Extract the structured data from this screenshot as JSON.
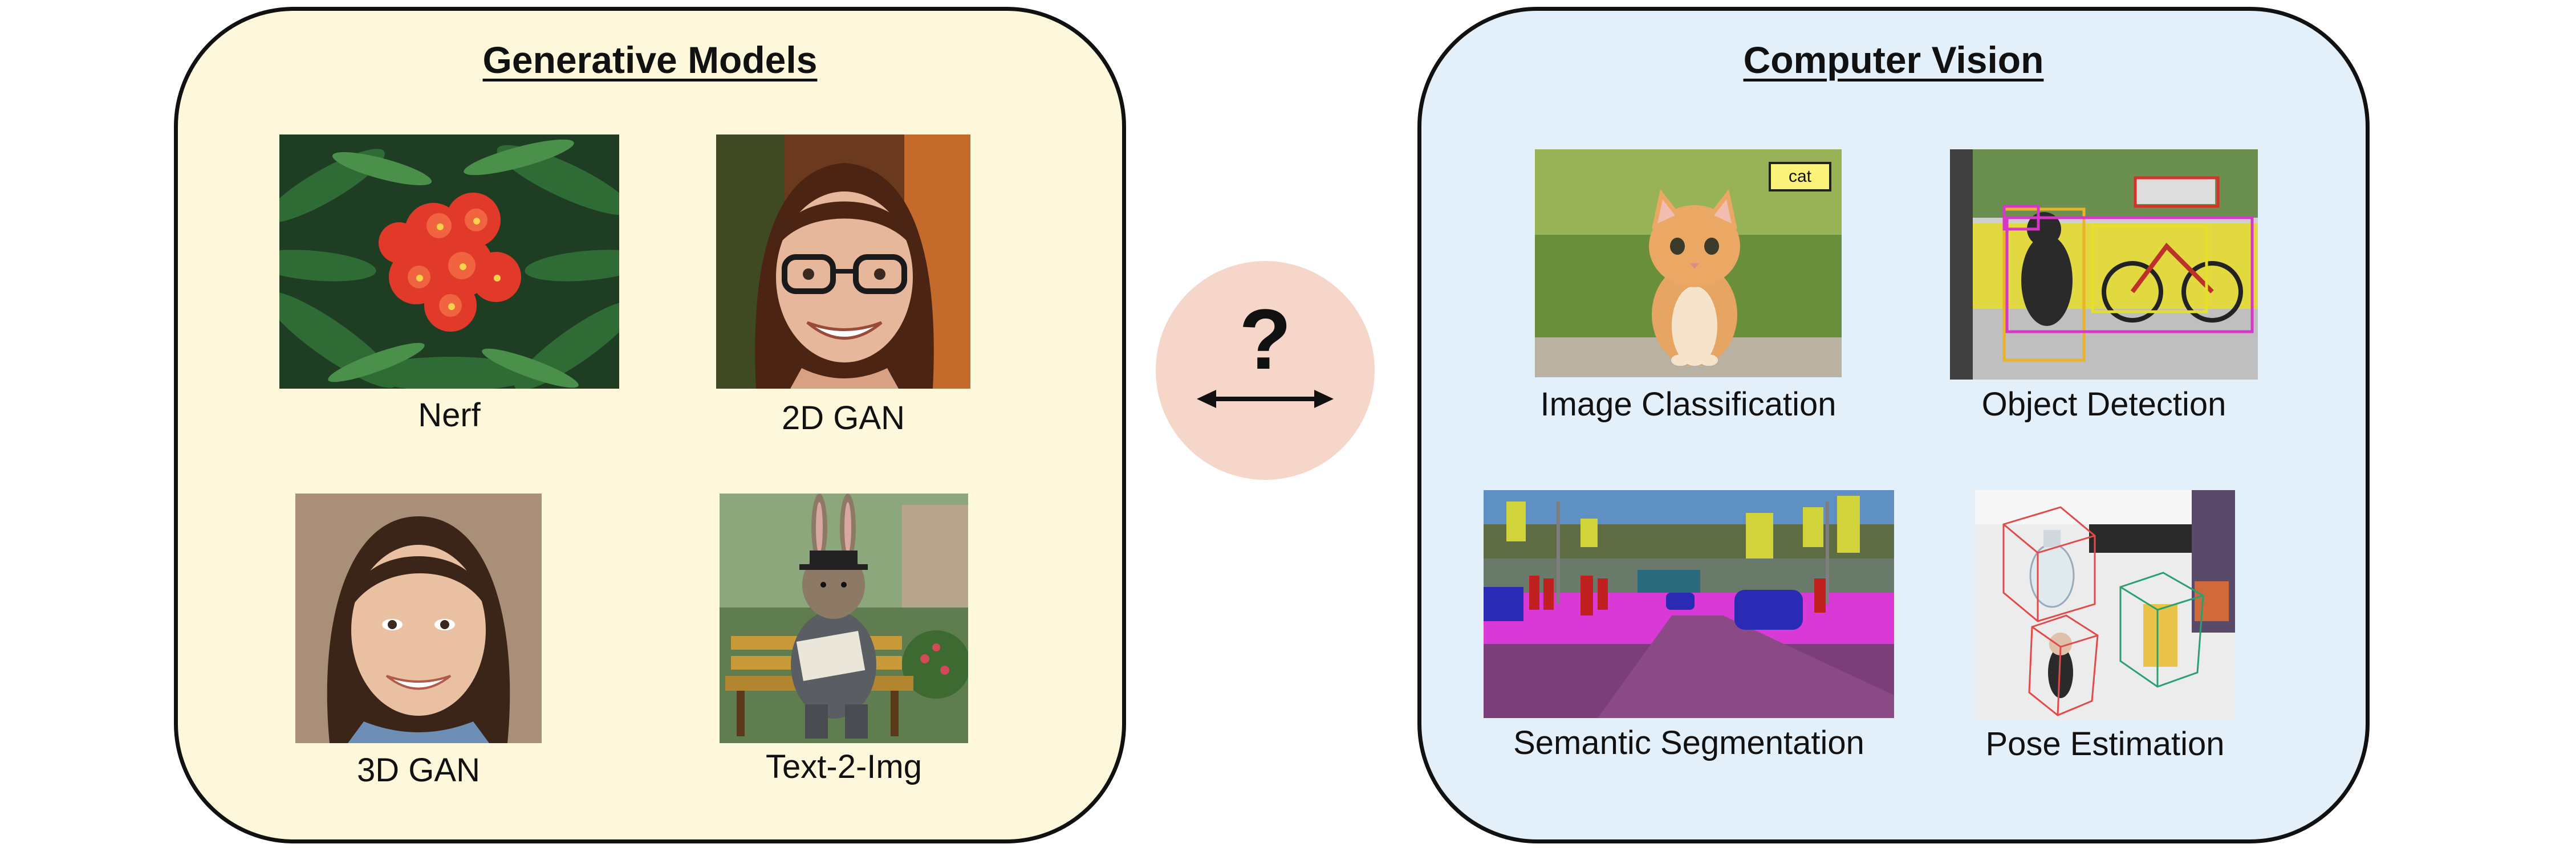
{
  "generative": {
    "title": "Generative Models",
    "items": [
      {
        "caption": "Nerf"
      },
      {
        "caption": "2D GAN"
      },
      {
        "caption": "3D GAN"
      },
      {
        "caption": "Text-2-Img"
      }
    ]
  },
  "center": {
    "symbol": "?"
  },
  "vision": {
    "title": "Computer Vision",
    "items": [
      {
        "caption": "Image Classification",
        "tag": "cat"
      },
      {
        "caption": "Object Detection"
      },
      {
        "caption": "Semantic Segmentation"
      },
      {
        "caption": "Pose Estimation"
      }
    ]
  },
  "colors": {
    "generative_panel": "#fdf8dc",
    "vision_panel": "#e3f0fa",
    "center_circle": "#f6d6c8",
    "border": "#111111"
  }
}
